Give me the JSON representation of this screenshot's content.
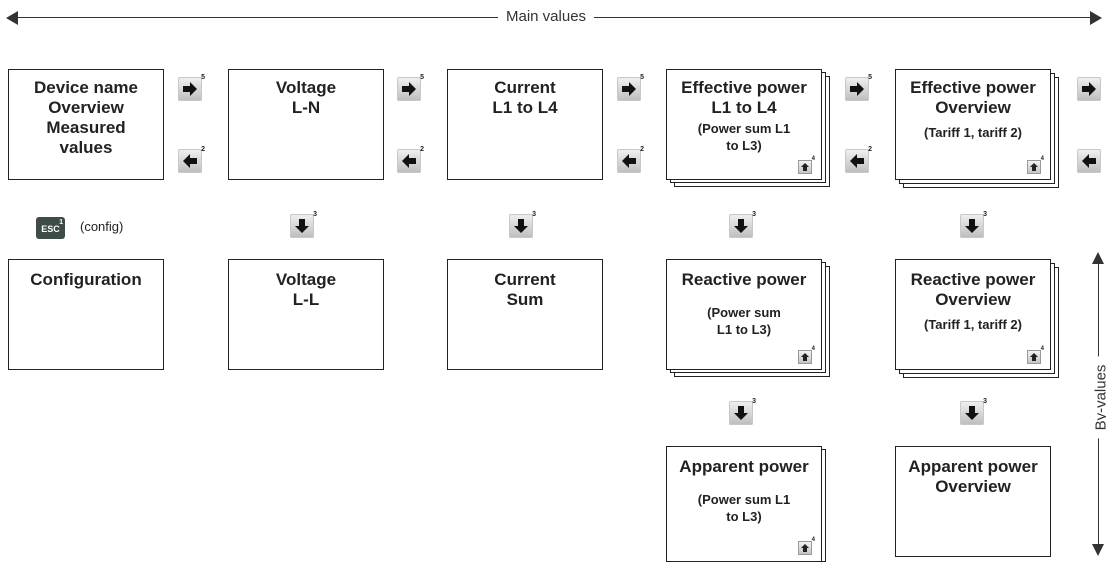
{
  "main_axis_label": "Main values",
  "by_axis_label": "By-values",
  "esc_key_label": "ESC",
  "esc_key_number": "1",
  "config_label": "(config)",
  "nav_numbers": {
    "right": "5",
    "left": "2",
    "down": "3",
    "up": "4"
  },
  "cards": {
    "overview": {
      "title": "Device name\nOverview\nMeasured\nvalues"
    },
    "voltage_ln": {
      "title": "Voltage\nL-N"
    },
    "current_l1l4": {
      "title": "Current\nL1 to L4"
    },
    "effective_power": {
      "title": "Effective power\nL1 to L4",
      "subtitle": "(Power sum L1\nto L3)"
    },
    "effective_overview": {
      "title": "Effective power\nOverview",
      "subtitle": "(Tariff 1, tariff 2)"
    },
    "configuration": {
      "title": "Configuration"
    },
    "voltage_ll": {
      "title": "Voltage\nL-L"
    },
    "current_sum": {
      "title": "Current\nSum"
    },
    "reactive_power": {
      "title": "Reactive power",
      "subtitle": "(Power sum\nL1 to L3)"
    },
    "reactive_overview": {
      "title": "Reactive power\nOverview",
      "subtitle": "(Tariff 1, tariff 2)"
    },
    "apparent_power": {
      "title": "Apparent power",
      "subtitle": "(Power sum L1\nto L3)"
    },
    "apparent_overview": {
      "title": "Apparent power\nOverview"
    }
  }
}
